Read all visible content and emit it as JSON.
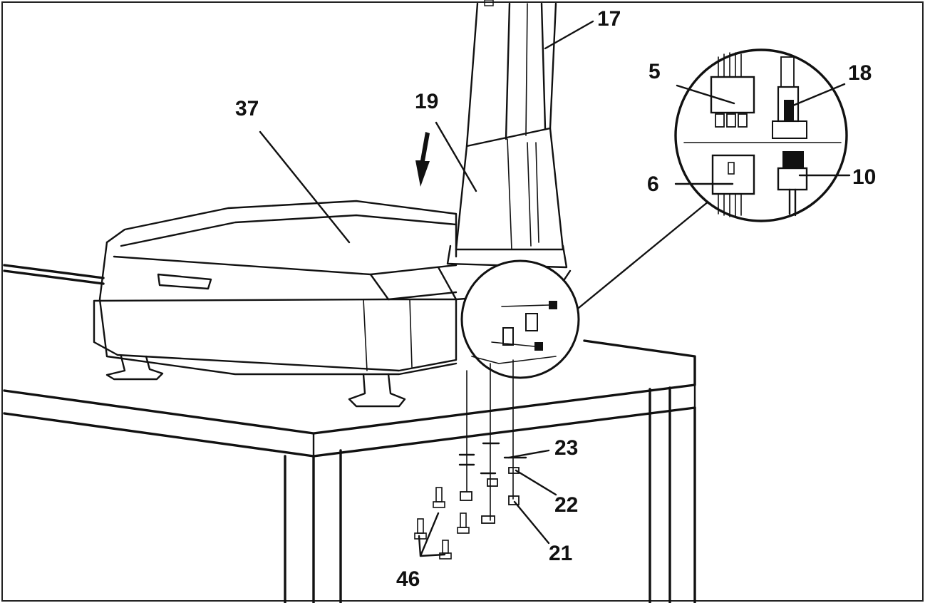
{
  "figure": {
    "callouts": [
      {
        "id": "c37",
        "label": "37"
      },
      {
        "id": "c19",
        "label": "19"
      },
      {
        "id": "c17",
        "label": "17"
      },
      {
        "id": "c5",
        "label": "5"
      },
      {
        "id": "c18",
        "label": "18"
      },
      {
        "id": "c6",
        "label": "6"
      },
      {
        "id": "c10",
        "label": "10"
      },
      {
        "id": "c23",
        "label": "23"
      },
      {
        "id": "c22",
        "label": "22"
      },
      {
        "id": "c21",
        "label": "21"
      },
      {
        "id": "c46",
        "label": "46"
      }
    ]
  }
}
